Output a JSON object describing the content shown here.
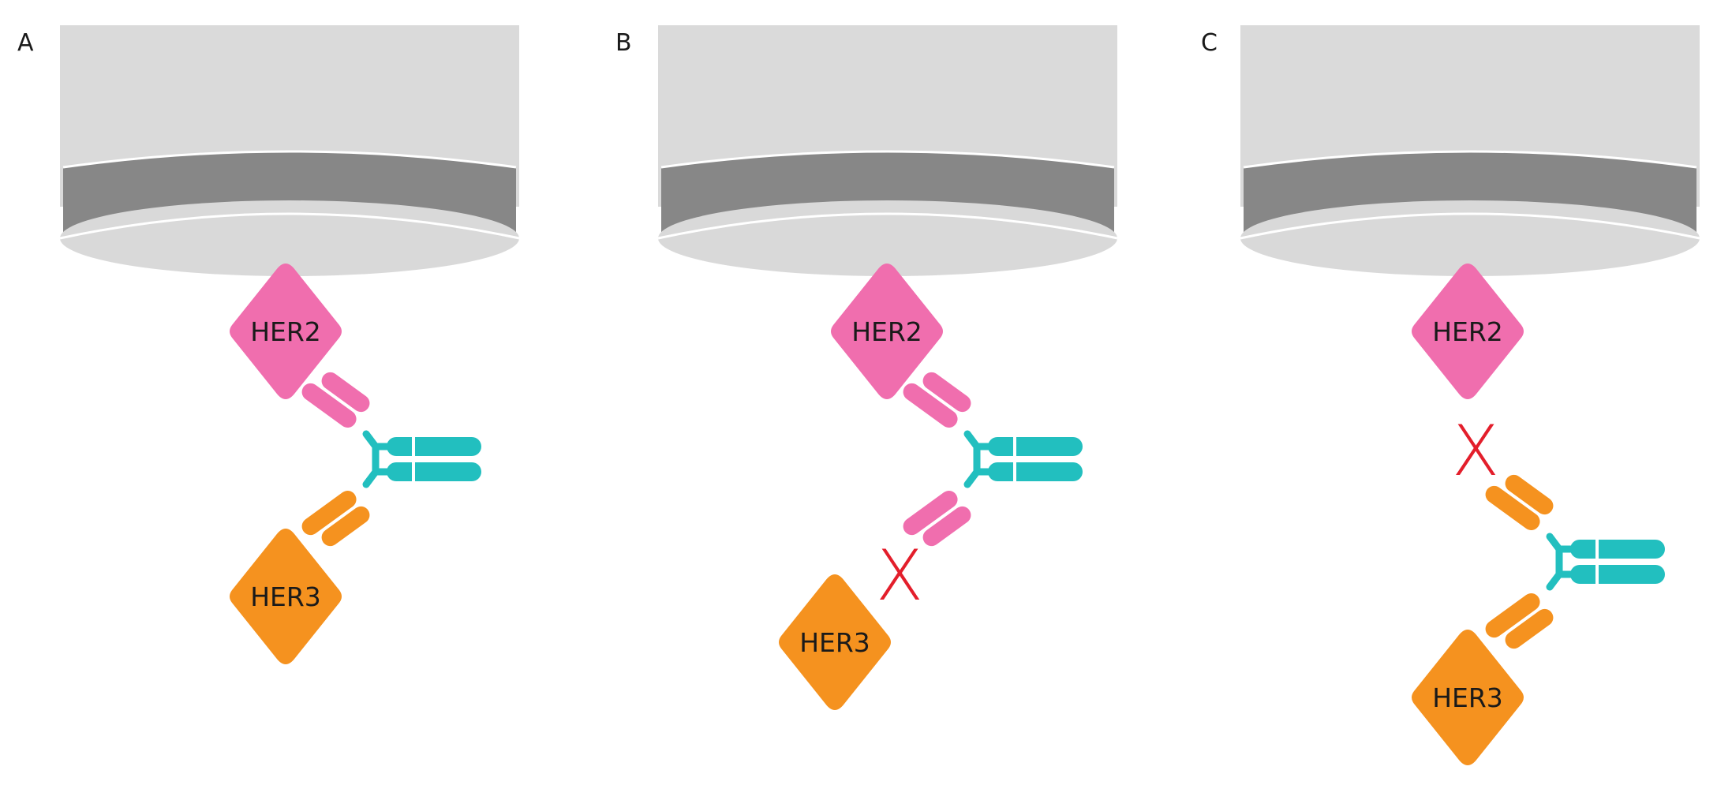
{
  "colors": {
    "her2": "#F06EAE",
    "her3": "#F5921F",
    "antibody_fc": "#22BFBF",
    "cross": "#E31E2B",
    "cylinder_top": "#DADADA",
    "cylinder_band": "#878787",
    "cylinder_face": "#D9D9D9"
  },
  "panels": [
    {
      "label": "A",
      "her2_label": "HER2",
      "her3_label": "HER3",
      "binding": "HER2 and HER3 bound",
      "cross_mark": ""
    },
    {
      "label": "B",
      "her2_label": "HER2",
      "her3_label": "HER3",
      "binding": "HER2 only",
      "cross_mark": "X"
    },
    {
      "label": "C",
      "her2_label": "HER2",
      "her3_label": "HER3",
      "binding": "HER3 only",
      "cross_mark": "X"
    }
  ],
  "icons": {
    "sensor": "cylinder-sensor-icon",
    "antigen": "diamond-icon",
    "antibody": "y-shaped-antibody-icon",
    "no_binding": "cross-icon"
  }
}
